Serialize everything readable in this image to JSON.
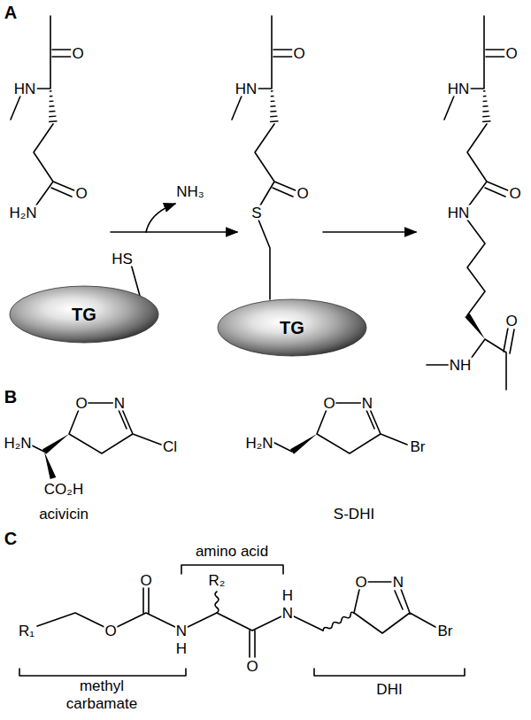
{
  "diagram": {
    "nodes": [
      {
        "text": [
          "TG"
        ]
      },
      {
        "text": [
          "TG"
        ]
      }
    ],
    "labels": [
      "A",
      "O",
      "HN",
      "H₂N",
      "O",
      "NH₃",
      "HS",
      "O",
      "HN",
      "O",
      "S",
      "O",
      "HN",
      "O",
      "HN",
      "O",
      "NH",
      "B",
      "O",
      "N",
      "H₂N",
      "Cl",
      "CO₂H",
      "acivicin",
      "O",
      "N",
      "H₂N",
      "Br",
      "S-DHI",
      "C",
      "amino acid",
      "O",
      "R₂",
      "O",
      "N",
      "H",
      "R₁",
      "O",
      "N",
      "N",
      "Br",
      "H",
      "O",
      "methyl carbamate",
      "DHI"
    ]
  }
}
